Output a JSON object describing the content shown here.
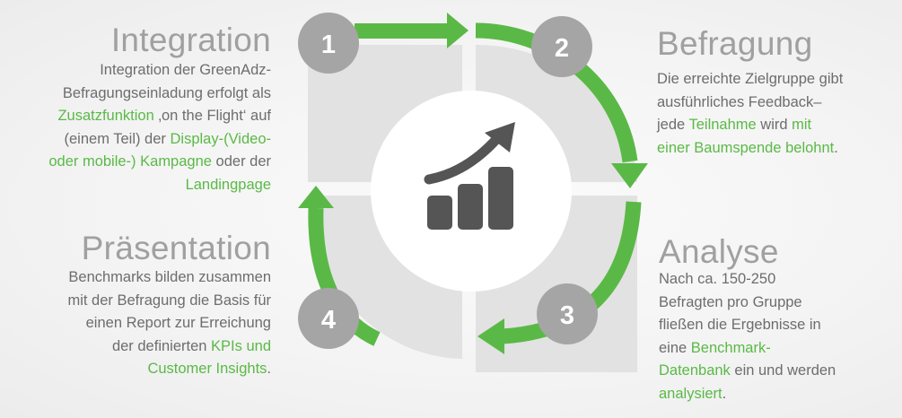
{
  "colors": {
    "accent": "#5ab946",
    "step_circle": "#a5a5a5",
    "quadrant": "#e1e1e1",
    "icon": "#555555"
  },
  "steps": [
    {
      "number": "1",
      "title": "Integration",
      "text": [
        {
          "t": "Integration der GreenAdz-"
        },
        {
          "t": "Befragungseinladung erfolgt als"
        },
        {
          "t": "Zusatzfunktion",
          "g": true
        },
        {
          "t": " ‚on the Flight‘ auf"
        },
        {
          "t": "(einem Teil) der "
        },
        {
          "t": "Display-(Video-",
          "g": true
        },
        {
          "t": "oder mobile-) Kampagne",
          "g": true
        },
        {
          "t": " oder der"
        },
        {
          "t": "Landingpage",
          "g": true
        }
      ]
    },
    {
      "number": "2",
      "title": "Befragung",
      "text": [
        {
          "t": "Die erreichte Zielgruppe gibt"
        },
        {
          "t": "ausführliches Feedback–"
        },
        {
          "t": "jede "
        },
        {
          "t": "Teilnahme",
          "g": true
        },
        {
          "t": " wird "
        },
        {
          "t": "mit",
          "g": true
        },
        {
          "t": "einer Baumspende belohnt",
          "g": true
        },
        {
          "t": "."
        }
      ]
    },
    {
      "number": "3",
      "title": "Analyse",
      "text": [
        {
          "t": "Nach ca. 150-250"
        },
        {
          "t": "Befragten pro Gruppe"
        },
        {
          "t": "fließen die Ergebnisse in"
        },
        {
          "t": "eine "
        },
        {
          "t": "Benchmark-",
          "g": true
        },
        {
          "t": "Datenbank",
          "g": true
        },
        {
          "t": " ein und werden"
        },
        {
          "t": "analysiert",
          "g": true
        },
        {
          "t": "."
        }
      ]
    },
    {
      "number": "4",
      "title": "Präsentation",
      "text": [
        {
          "t": "Benchmarks bilden zusammen"
        },
        {
          "t": "mit der Befragung die Basis für"
        },
        {
          "t": "einen Report zur Erreichung"
        },
        {
          "t": "der definierten "
        },
        {
          "t": "KPIs und",
          "g": true
        },
        {
          "t": "Customer Insights",
          "g": true
        },
        {
          "t": "."
        }
      ]
    }
  ],
  "center_icon": "growth-chart-icon"
}
